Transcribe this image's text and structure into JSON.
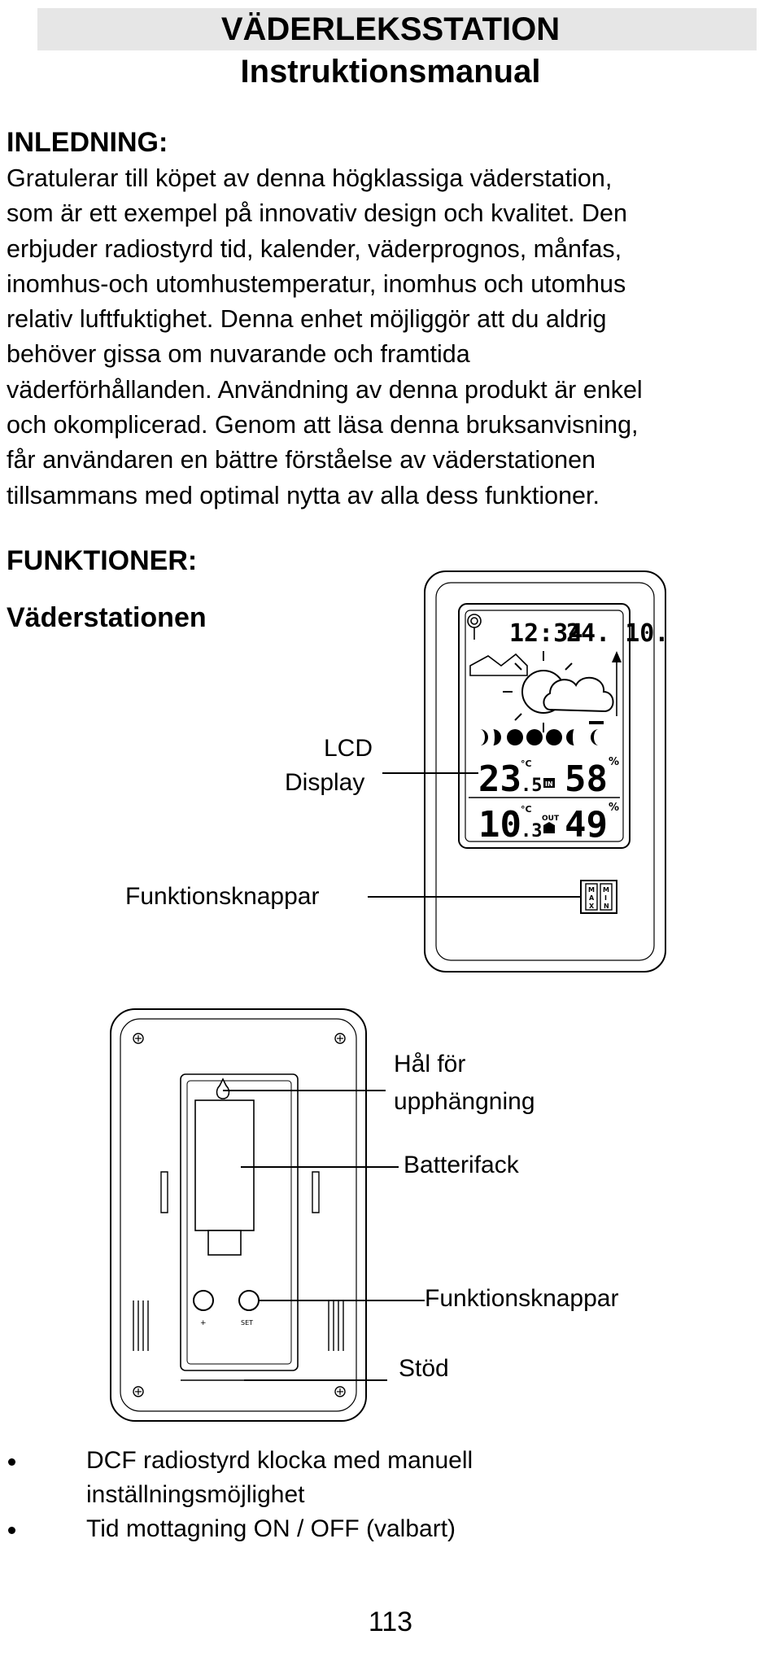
{
  "header": {
    "title": "VÄDERLEKSSTATION",
    "subtitle": "Instruktionsmanual"
  },
  "intro": {
    "heading": "INLEDNING:",
    "lines": [
      "Gratulerar till köpet av denna högklassiga väderstation,",
      "som är ett exempel på innovativ design och kvalitet. Den",
      "erbjuder radiostyrd tid, kalender, väderprognos, månfas,",
      "inomhus-och utomhustemperatur, inomhus och utomhus",
      "relativ luftfuktighet. Denna enhet möjliggör att du aldrig",
      "behöver gissa om nuvarande och framtida",
      "väderförhållanden. Användning av denna produkt är enkel",
      "och okomplicerad. Genom att läsa denna bruksanvisning,",
      "får användaren en bättre förståelse av väderstationen",
      "tillsammans med optimal nytta av alla dess funktioner."
    ]
  },
  "features": {
    "heading": "FUNKTIONER:",
    "subheading": "Väderstationen"
  },
  "front_figure": {
    "lcd_label_1": "LCD",
    "lcd_label_2": "Display",
    "buttons_label": "Funktionsknappar",
    "display": {
      "time": "12:34",
      "date": "24. 10.",
      "indoor_temp_int": "23",
      "indoor_temp_dec": ".5",
      "indoor_humidity": "58",
      "outdoor_temp_int": "10",
      "outdoor_temp_dec": ".3",
      "outdoor_humidity": "49",
      "temp_unit": "°C",
      "humidity_unit": "%",
      "in_tag": "IN",
      "out_tag": "OUT"
    },
    "side_buttons": [
      {
        "letters": [
          "M",
          "A",
          "X"
        ]
      },
      {
        "letters": [
          "M",
          "I",
          "N"
        ]
      }
    ]
  },
  "back_figure": {
    "hole_label_1": "Hål för",
    "hole_label_2": "upphängning",
    "battery_label": "Batterifack",
    "buttons_label": "Funktionsknappar",
    "stand_label": "Stöd",
    "button_left_label": "+",
    "button_right_label": "SET"
  },
  "bullets": {
    "items": [
      {
        "line1": "DCF radiostyrd klocka med manuell",
        "line2": "inställningsmöjlighet"
      },
      {
        "line1": "Tid mottagning ON / OFF (valbart)",
        "line2": ""
      }
    ]
  },
  "footer": {
    "page_number": "113"
  }
}
